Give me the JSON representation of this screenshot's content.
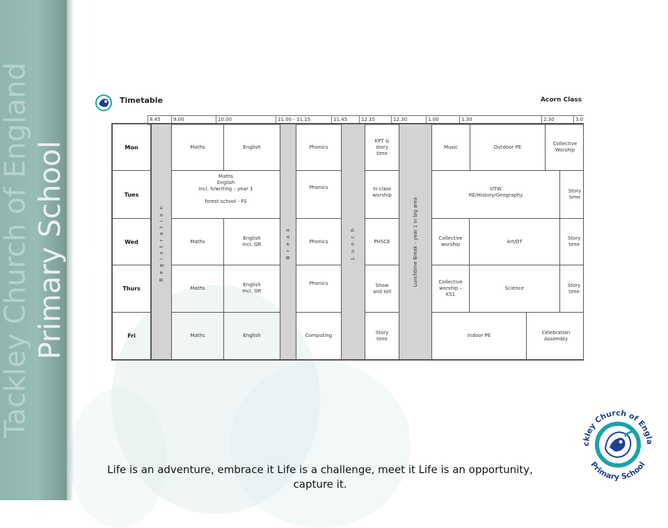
{
  "sidebar": {
    "line1": "Tackley Church of England",
    "line2": "Primary School"
  },
  "timetable": {
    "title": "Timetable",
    "class_name": "Acorn Class",
    "times": [
      "8.45",
      "9.00",
      "10.00",
      "11.00 - 11.15",
      "11.45",
      "12.15",
      "12.30",
      "1.00",
      "1.30",
      "2.30",
      "3.0"
    ],
    "days": [
      "Mon",
      "Tues",
      "Wed",
      "Thurs",
      "Fri"
    ],
    "registration": "Registration",
    "break": "Break",
    "lunch": "Lunch",
    "lunchtime_break": "Lunchtime Break – year 1 in big area",
    "mon": {
      "slot1": "Maths",
      "slot2": "English",
      "slot3": "Phonics",
      "slot4": "KPT & story time",
      "slot5": "Music",
      "slot6": "Outdoor PE",
      "slot7": "Collective Worship"
    },
    "tues": {
      "slot1_line1": "Maths",
      "slot1_line2": "English",
      "slot1_line3": "Incl. h/writing – year 1",
      "slot1_line4": "forest school - FS",
      "slot3": "Phonics",
      "slot4": "In class worship",
      "slot5_line1": "UTW",
      "slot5_line2": "RE/History/Geography",
      "slot6": "Story time"
    },
    "wed": {
      "slot1": "Maths",
      "slot2": "English Incl. GR",
      "slot3": "Phonics",
      "slot4": "PHSCE",
      "slot5": "Collective worship",
      "slot6": "Art/DT",
      "slot7": "Story time"
    },
    "thurs": {
      "slot1": "Maths",
      "slot2": "English Incl. GR",
      "slot3": "Phonics",
      "slot4": "Show and tell",
      "slot5": "Collective worship – KS1",
      "slot6": "Science",
      "slot7": "Story time"
    },
    "fri": {
      "slot1": "Maths",
      "slot2": "English",
      "slot3": "Computing",
      "slot4": "Story time",
      "slot5": "Indoor PE",
      "slot6": "Celebration Assembly"
    }
  },
  "motto": "Life is an adventure, embrace it    Life is a challenge, meet it    Life is an opportunity, capture it.",
  "logo": {
    "ring_text_top": "Tackley Church of England",
    "ring_text_bottom": "Primary School",
    "color": "#1aa3a6",
    "accent": "#1f3f8f"
  },
  "colors": {
    "sidebar": "#8fb5ad",
    "shaded_column": "#d3d3d3",
    "watermark": "#e2eeed"
  }
}
